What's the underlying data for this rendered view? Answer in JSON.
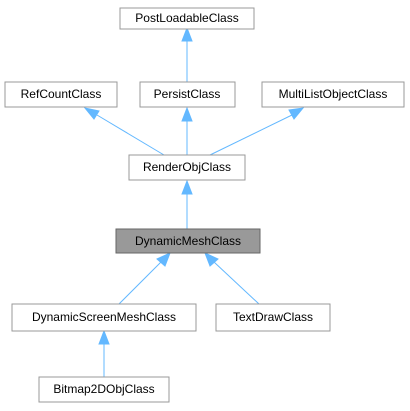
{
  "diagram": {
    "nodes": {
      "postloadable": {
        "label": "PostLoadableClass"
      },
      "refcount": {
        "label": "RefCountClass"
      },
      "persist": {
        "label": "PersistClass"
      },
      "multilist": {
        "label": "MultiListObjectClass"
      },
      "renderobj": {
        "label": "RenderObjClass"
      },
      "dynamicmesh": {
        "label": "DynamicMeshClass"
      },
      "dynamicscreenmesh": {
        "label": "DynamicScreenMeshClass"
      },
      "textdraw": {
        "label": "TextDrawClass"
      },
      "bitmap2d": {
        "label": "Bitmap2DObjClass"
      }
    },
    "colors": {
      "edge": "#63b8ff",
      "node_border": "#999999",
      "highlight_fill": "#999999"
    }
  }
}
